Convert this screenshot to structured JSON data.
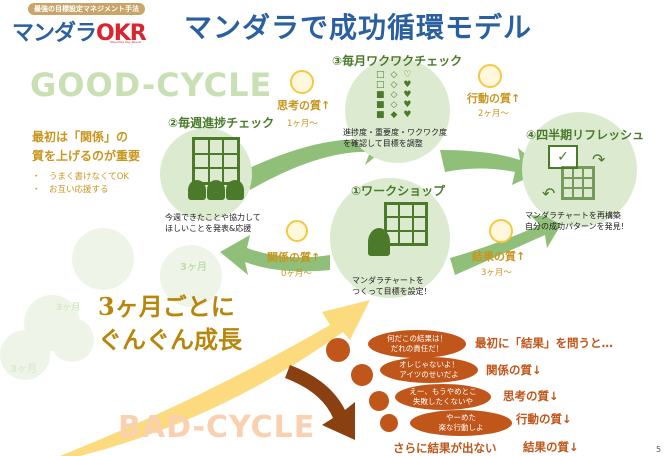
{
  "logo": {
    "tagline": "最強の目標設定マネジメント手法",
    "name_kana": "マンダラ",
    "name_okr": "OKR",
    "sub": "Objective Key Result"
  },
  "title": "マンダラで成功循環モデル",
  "good_cycle": {
    "label": "GOOD-CYCLE",
    "intro": {
      "line1": "最初は「関係」の",
      "line2": "質を上げるのが重要",
      "bullets": [
        "・　うまく書けなくてOK",
        "・　お互い応援する"
      ]
    },
    "steps": [
      {
        "title": "①ワークショップ",
        "desc1": "マンダラチャートを",
        "desc2": "つくって目標を設定！"
      },
      {
        "title": "②毎週進捗チェック",
        "desc1": "今週できたことや協力して",
        "desc2": "ほしいことを発表&応援"
      },
      {
        "title": "③毎月ワクワクチェック",
        "desc1": "進捗度・重要度・ワクワク度",
        "desc2": "を確認して目標を調整"
      },
      {
        "title": "④四半期リフレッシュ",
        "desc1": "マンダラチャートを再構築",
        "desc2": "自分の成功パターンを発見！"
      }
    ],
    "qualities": [
      {
        "label": "関係の質↑",
        "period": "0ヶ月〜"
      },
      {
        "label": "思考の質↑",
        "period": "1ヶ月〜"
      },
      {
        "label": "行動の質↑",
        "period": "2ヶ月〜"
      },
      {
        "label": "結果の質↑",
        "period": "3ヶ月〜"
      }
    ],
    "faint_labels": [
      "3ヶ月",
      "3ヶ月",
      "3ヶ月"
    ],
    "growth": {
      "line1": "3ヶ月ごとに",
      "line2": "ぐんぐん成長"
    }
  },
  "bad_cycle": {
    "label": "BAD-CYCLE",
    "rows": [
      {
        "bubble1": "何だこの結果は！",
        "bubble2": "だれの責任だ！",
        "label": "最初に「結果」を問うと…"
      },
      {
        "bubble1": "オレじゃないよ！",
        "bubble2": "アイツのせいだよ",
        "label": "関係の質↓"
      },
      {
        "bubble1": "えー、もうやめとこ",
        "bubble2": "失敗したくないや",
        "label": "思考の質↓"
      },
      {
        "bubble1": "やーめた",
        "bubble2": "楽な行動しよ",
        "label": "行動の質↓"
      }
    ],
    "conclusion": "さらに結果が出ない",
    "final": "結果の質↓"
  },
  "page_number": "5",
  "colors": {
    "title": "#2a5fa0",
    "green": "#4a7a2a",
    "gold": "#c8961e",
    "bad": "#c0561a"
  }
}
